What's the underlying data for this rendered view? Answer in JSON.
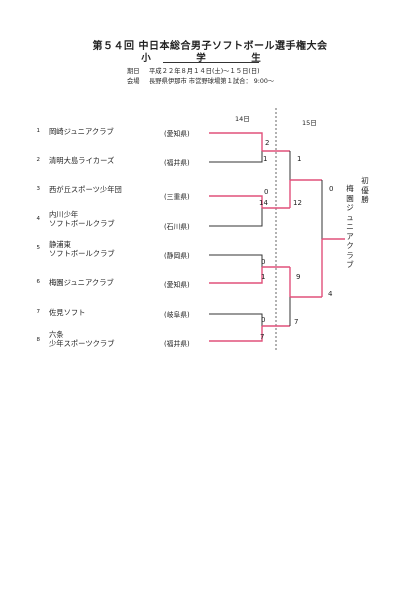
{
  "doc": {
    "title": "第５４回 中日本総合男子ソフトボール選手権大会",
    "division": "小　学　生",
    "period_label": "期日",
    "period_value": "平成２２年８月１４日(土)～１５日(日)",
    "venue_label": "会場",
    "venue_value": "長野県伊那市 市営野球場第１試合： 9:00～"
  },
  "days": {
    "d1": "14日",
    "d2": "15日"
  },
  "teams": [
    {
      "no": "1",
      "name": "岡崎ジュニアクラブ",
      "pref": "(愛知県)"
    },
    {
      "no": "2",
      "name": "清明大島ライカーズ",
      "pref": "(福井県)"
    },
    {
      "no": "3",
      "name": "西が丘スポーツ少年団",
      "pref": "(三重県)"
    },
    {
      "no": "4",
      "name": "内川少年\nソフトボールクラブ",
      "pref": "(石川県)"
    },
    {
      "no": "5",
      "name": "静浦東\nソフトボールクラブ",
      "pref": "(静岡県)"
    },
    {
      "no": "6",
      "name": "梅園ジュニアクラブ",
      "pref": "(愛知県)"
    },
    {
      "no": "7",
      "name": "佐見ソフト",
      "pref": "(岐阜県)"
    },
    {
      "no": "8",
      "name": "六条\n少年スポーツクラブ",
      "pref": "(福井県)"
    }
  ],
  "scores": {
    "r1": [
      "2",
      "1",
      "0",
      "14",
      "0",
      "1",
      "0",
      "7"
    ],
    "r2": [
      "1",
      "12",
      "9",
      "7"
    ],
    "final": [
      "0",
      "4"
    ]
  },
  "result": {
    "champion_label": "初優勝",
    "champion_name": "梅園ジュニアクラブ"
  },
  "colors": {
    "winner_line": "#e0507a",
    "line": "#333333",
    "dash": "#666666"
  }
}
